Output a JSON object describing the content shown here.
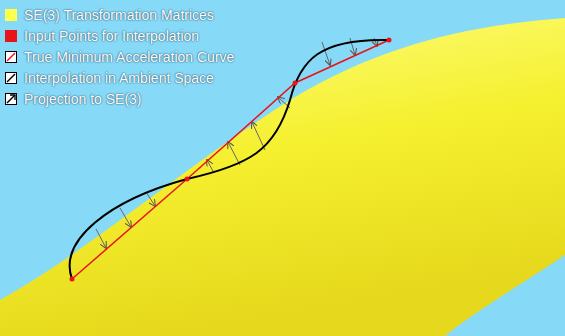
{
  "diagram": {
    "legend": [
      {
        "text": "SE(3) Transformation Matrices",
        "color": "#ffff4d"
      },
      {
        "text": "Input Points for Interpolation",
        "color": "#e8141a"
      },
      {
        "text": "True Minimum Acceleration Curve"
      },
      {
        "text": "Interpolation in Ambient Space"
      },
      {
        "text": "Projection to SE(3)"
      }
    ]
  }
}
